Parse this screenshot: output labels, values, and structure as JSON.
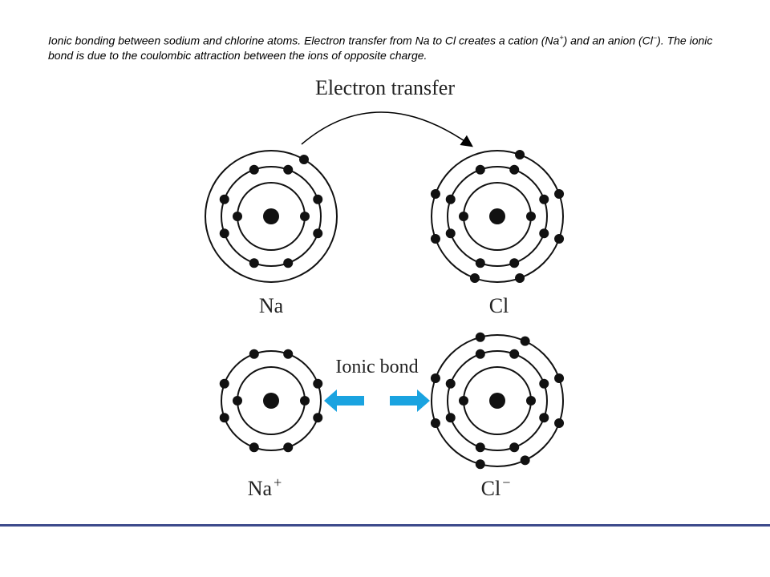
{
  "caption": {
    "part1": "Ionic bonding between sodium and chlorine atoms. Electron transfer from Na to Cl creates a cation (Na",
    "sup1": "+",
    "part2": ") and an anion (Cl",
    "sup2": "−",
    "part3": "). The ionic bond is due to the coulombic attraction between the ions of opposite charge."
  },
  "labels": {
    "electron_transfer": "Electron transfer",
    "ionic_bond": "Ionic bond",
    "na": "Na",
    "cl": "Cl",
    "na_ion": "Na",
    "na_ion_charge": "+",
    "cl_ion": "Cl",
    "cl_ion_charge": "−"
  },
  "colors": {
    "arrow_accent": "#1aa3e0",
    "rule": "#3d4a8c"
  },
  "atoms": [
    {
      "id": "na-atom",
      "shells": 3,
      "electrons": [
        2,
        8,
        1
      ]
    },
    {
      "id": "cl-atom",
      "shells": 3,
      "electrons": [
        2,
        8,
        7
      ]
    },
    {
      "id": "na-ion",
      "shells": 2,
      "electrons": [
        2,
        8
      ]
    },
    {
      "id": "cl-ion",
      "shells": 3,
      "electrons": [
        2,
        8,
        8
      ]
    }
  ]
}
